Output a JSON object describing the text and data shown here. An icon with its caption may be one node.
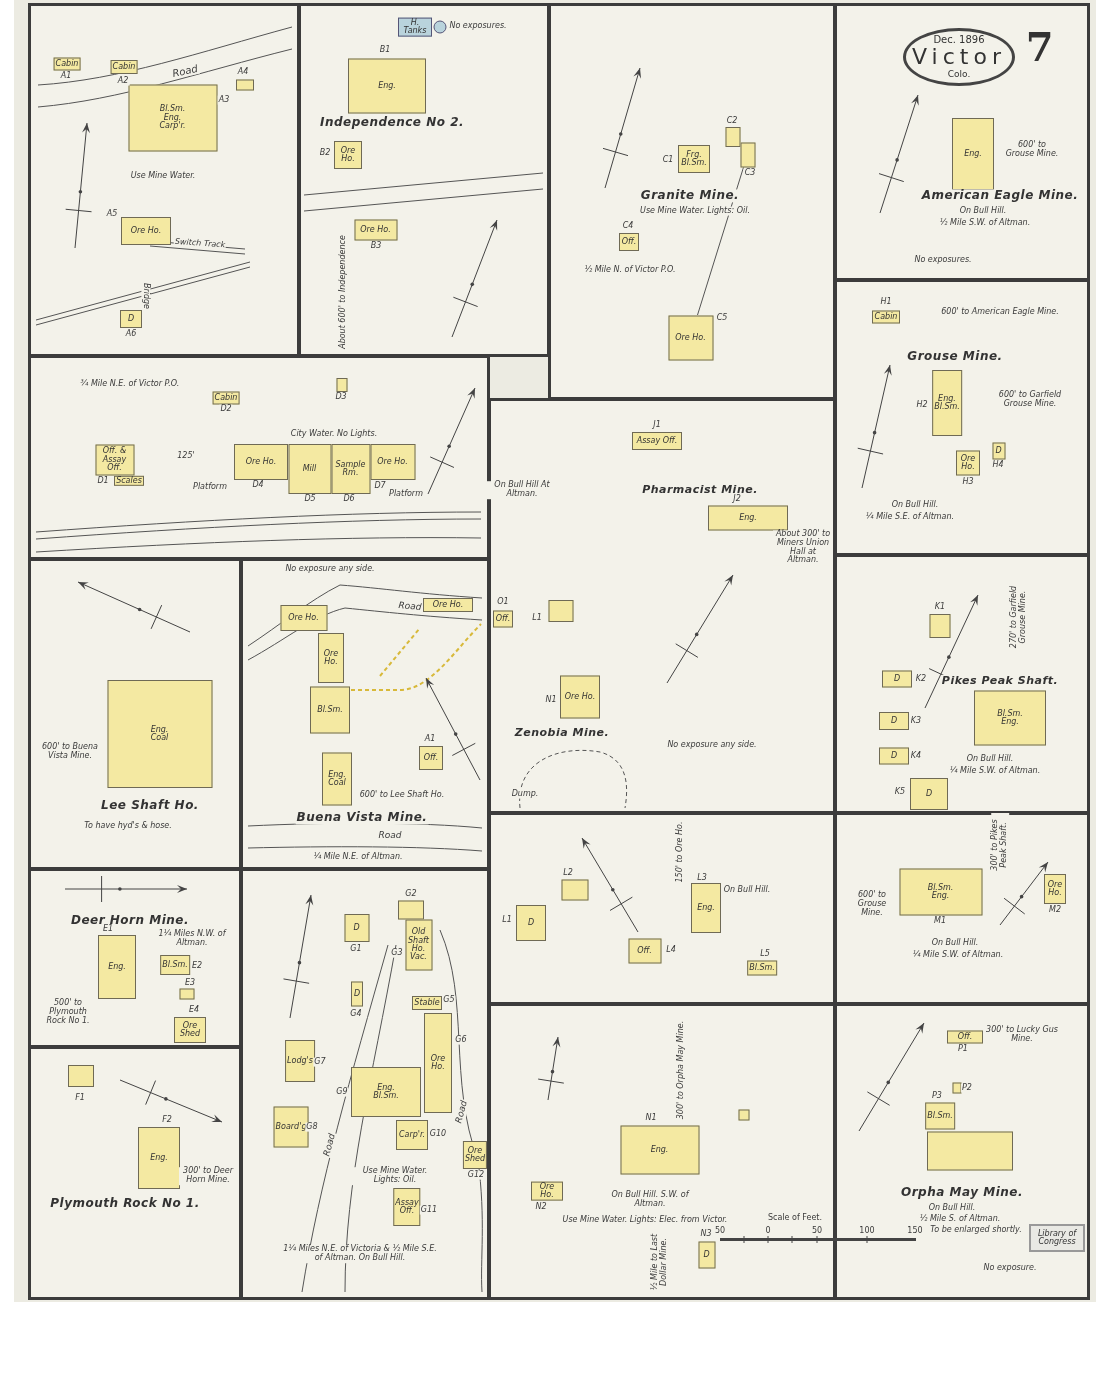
{
  "diagram": {
    "nodes": [
      {
        "text": [
          "Road",
          "Use Mine Water.",
          "Switch Track",
          "Bridge"
        ]
      },
      {
        "text": [
          "Cabin"
        ],
        "in": 0,
        "beside": [
          "A1"
        ]
      },
      {
        "text": [
          "Cabin"
        ],
        "in": 0,
        "beside": [
          "A2"
        ]
      },
      {
        "text": [
          "Bl.Sm.",
          "Eng.",
          "Carp'r."
        ],
        "in": 0,
        "beside": [
          "A3"
        ]
      },
      {
        "text": [],
        "shape": "box",
        "in": 0,
        "beside": [
          "A4"
        ]
      },
      {
        "text": [
          "Ore Ho."
        ],
        "in": 0,
        "beside": [
          "A5"
        ]
      },
      {
        "text": [
          "D"
        ],
        "in": 0,
        "beside": [
          "A6"
        ]
      },
      {
        "text": [
          "No exposures.",
          "Independence No 2.",
          "About 600' to Independence"
        ]
      },
      {
        "text": [
          "H. Tanks"
        ],
        "in": 7
      },
      {
        "text": [
          "Eng."
        ],
        "in": 7,
        "beside": [
          "B1"
        ]
      },
      {
        "text": [
          "Ore Ho."
        ],
        "in": 7,
        "beside": [
          "B2"
        ]
      },
      {
        "text": [
          "Ore Ho."
        ],
        "in": 7,
        "beside": [
          "B3"
        ]
      },
      {
        "text": [
          "Granite Mine.",
          "Use Mine Water. Lights: Oil.",
          "½ Mile N. of Victor P.O."
        ]
      },
      {
        "text": [
          "Frg.",
          "Bl.Sm."
        ],
        "in": 12,
        "beside": [
          "C1"
        ]
      },
      {
        "text": [],
        "shape": "box",
        "in": 12,
        "beside": [
          "C2"
        ]
      },
      {
        "text": [],
        "shape": "box",
        "in": 12,
        "beside": [
          "C3"
        ]
      },
      {
        "text": [
          "Off."
        ],
        "in": 12,
        "beside": [
          "C4"
        ]
      },
      {
        "text": [
          "Ore Ho."
        ],
        "in": 12,
        "beside": [
          "C5"
        ]
      },
      {
        "text": [
          "7",
          "600' to Grouse Mine.",
          "American Eagle Mine.",
          "On Bull Hill.",
          "½ Mile S.W. of Altman.",
          "No exposures."
        ]
      },
      {
        "text": [
          "Dec. 1896",
          "Victor",
          "Colo."
        ],
        "in": 18
      },
      {
        "text": [
          "Eng."
        ],
        "in": 18
      },
      {
        "text": [
          "¾ Mile N.E. of Victor P.O.",
          "City Water. No Lights.",
          "125'",
          "Platform",
          "Platform"
        ]
      },
      {
        "text": [
          "Off. & Assay Off."
        ],
        "in": 21,
        "beside": [
          "D1"
        ]
      },
      {
        "text": [
          "Scales"
        ],
        "in": 21
      },
      {
        "text": [
          "Cabin"
        ],
        "in": 21,
        "beside": [
          "D2"
        ]
      },
      {
        "text": [],
        "shape": "box",
        "in": 21,
        "beside": [
          "D3"
        ]
      },
      {
        "text": [
          "Ore Ho."
        ],
        "in": 21,
        "beside": [
          "D4"
        ]
      },
      {
        "text": [
          "Mill"
        ],
        "in": 21,
        "beside": [
          "D5"
        ]
      },
      {
        "text": [
          "Sample Rm."
        ],
        "in": 21,
        "beside": [
          "D6"
        ]
      },
      {
        "text": [
          "Ore Ho."
        ],
        "in": 21,
        "beside": [
          "D7"
        ]
      },
      {
        "text": [
          "600' to American Eagle Mine.",
          "Grouse Mine.",
          "600' to Garfield Grouse Mine.",
          "On Bull Hill.",
          "¼ Mile S.E. of Altman."
        ]
      },
      {
        "text": [
          "Cabin"
        ],
        "in": 30,
        "beside": [
          "H1"
        ]
      },
      {
        "text": [
          "Eng.",
          "Bl.Sm."
        ],
        "in": 30,
        "beside": [
          "H2"
        ]
      },
      {
        "text": [
          "Ore Ho."
        ],
        "in": 30,
        "beside": [
          "H3"
        ]
      },
      {
        "text": [
          "D"
        ],
        "in": 30,
        "beside": [
          "H4"
        ]
      },
      {
        "text": [
          "Pharmacist Mine.",
          "About 300' to Miners Union Hall at Altman.",
          "On Bull Hill At Altman.",
          "Zenobia Mine.",
          "Dump.",
          "No exposure any side."
        ]
      },
      {
        "text": [
          "Assay Off."
        ],
        "in": 35,
        "beside": [
          "J1"
        ]
      },
      {
        "text": [
          "Eng."
        ],
        "in": 35,
        "beside": [
          "J2"
        ]
      },
      {
        "text": [
          "Off."
        ],
        "in": 35,
        "beside": [
          "O1"
        ]
      },
      {
        "text": [],
        "shape": "box",
        "in": 35,
        "beside": [
          "L1"
        ]
      },
      {
        "text": [
          "Ore Ho."
        ],
        "in": 35,
        "beside": [
          "N1"
        ]
      },
      {
        "text": [
          "600' to Buena Vista Mine.",
          "Lee Shaft Ho.",
          "To have hyd's & hose."
        ]
      },
      {
        "text": [
          "Eng.",
          "Coal"
        ],
        "in": 41
      },
      {
        "text": [
          "No exposure any side.",
          "Road",
          "600' to Lee Shaft Ho.",
          "Buena Vista Mine.",
          "Road",
          "¼ Mile N.E. of Altman."
        ]
      },
      {
        "text": [
          "Ore Ho."
        ],
        "in": 43
      },
      {
        "text": [
          "Ore Ho."
        ],
        "in": 43
      },
      {
        "text": [
          "Ore Ho."
        ],
        "in": 43
      },
      {
        "text": [
          "Bl.Sm."
        ],
        "in": 43
      },
      {
        "text": [
          "Off."
        ],
        "in": 43,
        "beside": [
          "A1"
        ]
      },
      {
        "text": [
          "Eng.",
          "Coal"
        ],
        "in": 43
      },
      {
        "text": [
          "270' to Garfield Grouse Mine.",
          "Pikes Peak Shaft.",
          "On Bull Hill.",
          "¼ Mile S.W. of Altman."
        ]
      },
      {
        "text": [],
        "shape": "box",
        "in": 50,
        "beside": [
          "K1"
        ]
      },
      {
        "text": [
          "D"
        ],
        "in": 50,
        "beside": [
          "K2"
        ]
      },
      {
        "text": [
          "Bl.Sm.",
          "Eng."
        ],
        "in": 50
      },
      {
        "text": [
          "D"
        ],
        "in": 50,
        "beside": [
          "K3"
        ]
      },
      {
        "text": [
          "D"
        ],
        "in": 50,
        "beside": [
          "K4"
        ]
      },
      {
        "text": [
          "D"
        ],
        "in": 50,
        "beside": [
          "K5"
        ]
      },
      {
        "text": [
          "Deer Horn Mine.",
          "1¼ Miles N.W. of Altman.",
          "500' to Plymouth Rock No 1."
        ]
      },
      {
        "text": [
          "Eng."
        ],
        "in": 57,
        "beside": [
          "E1"
        ]
      },
      {
        "text": [
          "Bl.Sm."
        ],
        "in": 57,
        "beside": [
          "E2"
        ]
      },
      {
        "text": [],
        "shape": "box",
        "in": 57,
        "beside": [
          "E3"
        ]
      },
      {
        "text": [
          "Ore Shed"
        ],
        "in": 57,
        "beside": [
          "E4"
        ]
      },
      {
        "text": [
          "300' to Deer Horn Mine.",
          "Plymouth Rock No 1."
        ]
      },
      {
        "text": [],
        "shape": "box",
        "in": 62,
        "beside": [
          "F1"
        ]
      },
      {
        "text": [
          "Eng."
        ],
        "in": 62,
        "beside": [
          "F2"
        ]
      },
      {
        "text": [
          "Road",
          "Road",
          "Use Mine Water. Lights: Oil.",
          "1¼ Miles N.E. of Victoria & ½ Mile S.E. of Altman. On Bull Hill."
        ]
      },
      {
        "text": [],
        "shape": "box",
        "in": 65,
        "beside": [
          "G2"
        ]
      },
      {
        "text": [
          "D"
        ],
        "in": 65,
        "beside": [
          "G1"
        ]
      },
      {
        "text": [
          "Old Shaft Ho. Vac."
        ],
        "in": 65,
        "beside": [
          "G3"
        ]
      },
      {
        "text": [
          "D"
        ],
        "in": 65,
        "beside": [
          "G4"
        ]
      },
      {
        "text": [
          "Stable"
        ],
        "in": 65,
        "beside": [
          "G5"
        ]
      },
      {
        "text": [
          "Ore Ho."
        ],
        "in": 65,
        "beside": [
          "G6"
        ]
      },
      {
        "text": [
          "Lodg's"
        ],
        "in": 65,
        "beside": [
          "G7"
        ]
      },
      {
        "text": [
          "Eng.",
          "Bl.Sm."
        ],
        "in": 65,
        "beside": [
          "G9"
        ]
      },
      {
        "text": [
          "Board'g"
        ],
        "in": 65,
        "beside": [
          "G8"
        ]
      },
      {
        "text": [
          "Carp'r."
        ],
        "in": 65,
        "beside": [
          "G10"
        ]
      },
      {
        "text": [
          "Ore Shed"
        ],
        "in": 65,
        "beside": [
          "G12"
        ]
      },
      {
        "text": [
          "Assay Off."
        ],
        "in": 65,
        "beside": [
          "G11"
        ]
      },
      {
        "text": [
          "150' to Ore Ho.",
          "On Bull Hill."
        ]
      },
      {
        "text": [],
        "shape": "box",
        "in": 78,
        "beside": [
          "L2"
        ]
      },
      {
        "text": [
          "D"
        ],
        "in": 78,
        "beside": [
          "L1"
        ]
      },
      {
        "text": [
          "Eng."
        ],
        "in": 78,
        "beside": [
          "L3"
        ]
      },
      {
        "text": [
          "Off."
        ],
        "in": 78,
        "beside": [
          "L4"
        ]
      },
      {
        "text": [
          "Bl.Sm."
        ],
        "in": 78,
        "beside": [
          "L5"
        ]
      },
      {
        "text": [
          "300' to Pikes Peak Shaft.",
          "600' to Grouse Mine.",
          "On Bull Hill.",
          "¼ Mile S.W. of Altman."
        ]
      },
      {
        "text": [
          "Bl.Sm.",
          "Eng."
        ],
        "in": 84,
        "beside": [
          "M1"
        ]
      },
      {
        "text": [
          "Ore Ho."
        ],
        "in": 84,
        "beside": [
          "M2"
        ]
      },
      {
        "text": [
          "300' to Orpha May Mine.",
          "On Bull Hill. S.W. of Altman.",
          "Use Mine Water. Lights: Elec. from Victor.",
          "½ Mile to Last Dollar Mine."
        ]
      },
      {
        "text": [
          "Eng."
        ],
        "in": 87,
        "beside": [
          "N1"
        ]
      },
      {
        "text": [],
        "shape": "box",
        "in": 87
      },
      {
        "text": [
          "Ore Ho."
        ],
        "in": 87,
        "beside": [
          "N2"
        ]
      },
      {
        "text": [
          "D"
        ],
        "in": 87,
        "beside": [
          "N3"
        ]
      },
      {
        "text": [
          "300' to Lucky Gus Mine.",
          "Orpha May Mine.",
          "On Bull Hill.",
          "½ Mile S. of Altman.",
          "To be enlarged shortly.",
          "No exposure."
        ]
      },
      {
        "text": [
          "Off."
        ],
        "in": 92,
        "beside": [
          "P1"
        ]
      },
      {
        "text": [],
        "shape": "box",
        "in": 92,
        "beside": [
          "P2"
        ]
      },
      {
        "text": [
          "Bl.Sm."
        ],
        "in": 92,
        "beside": [
          "P3"
        ]
      },
      {
        "text": [],
        "shape": "box",
        "in": 92
      },
      {
        "text": [
          "Library of Congress"
        ],
        "in": 92
      }
    ],
    "edges": [
      {
        "from": 15,
        "to": 17,
        "arrow": "none"
      }
    ],
    "labels": [
      "Scale of Feet.",
      "50",
      "0",
      "50",
      "100",
      "150"
    ]
  }
}
